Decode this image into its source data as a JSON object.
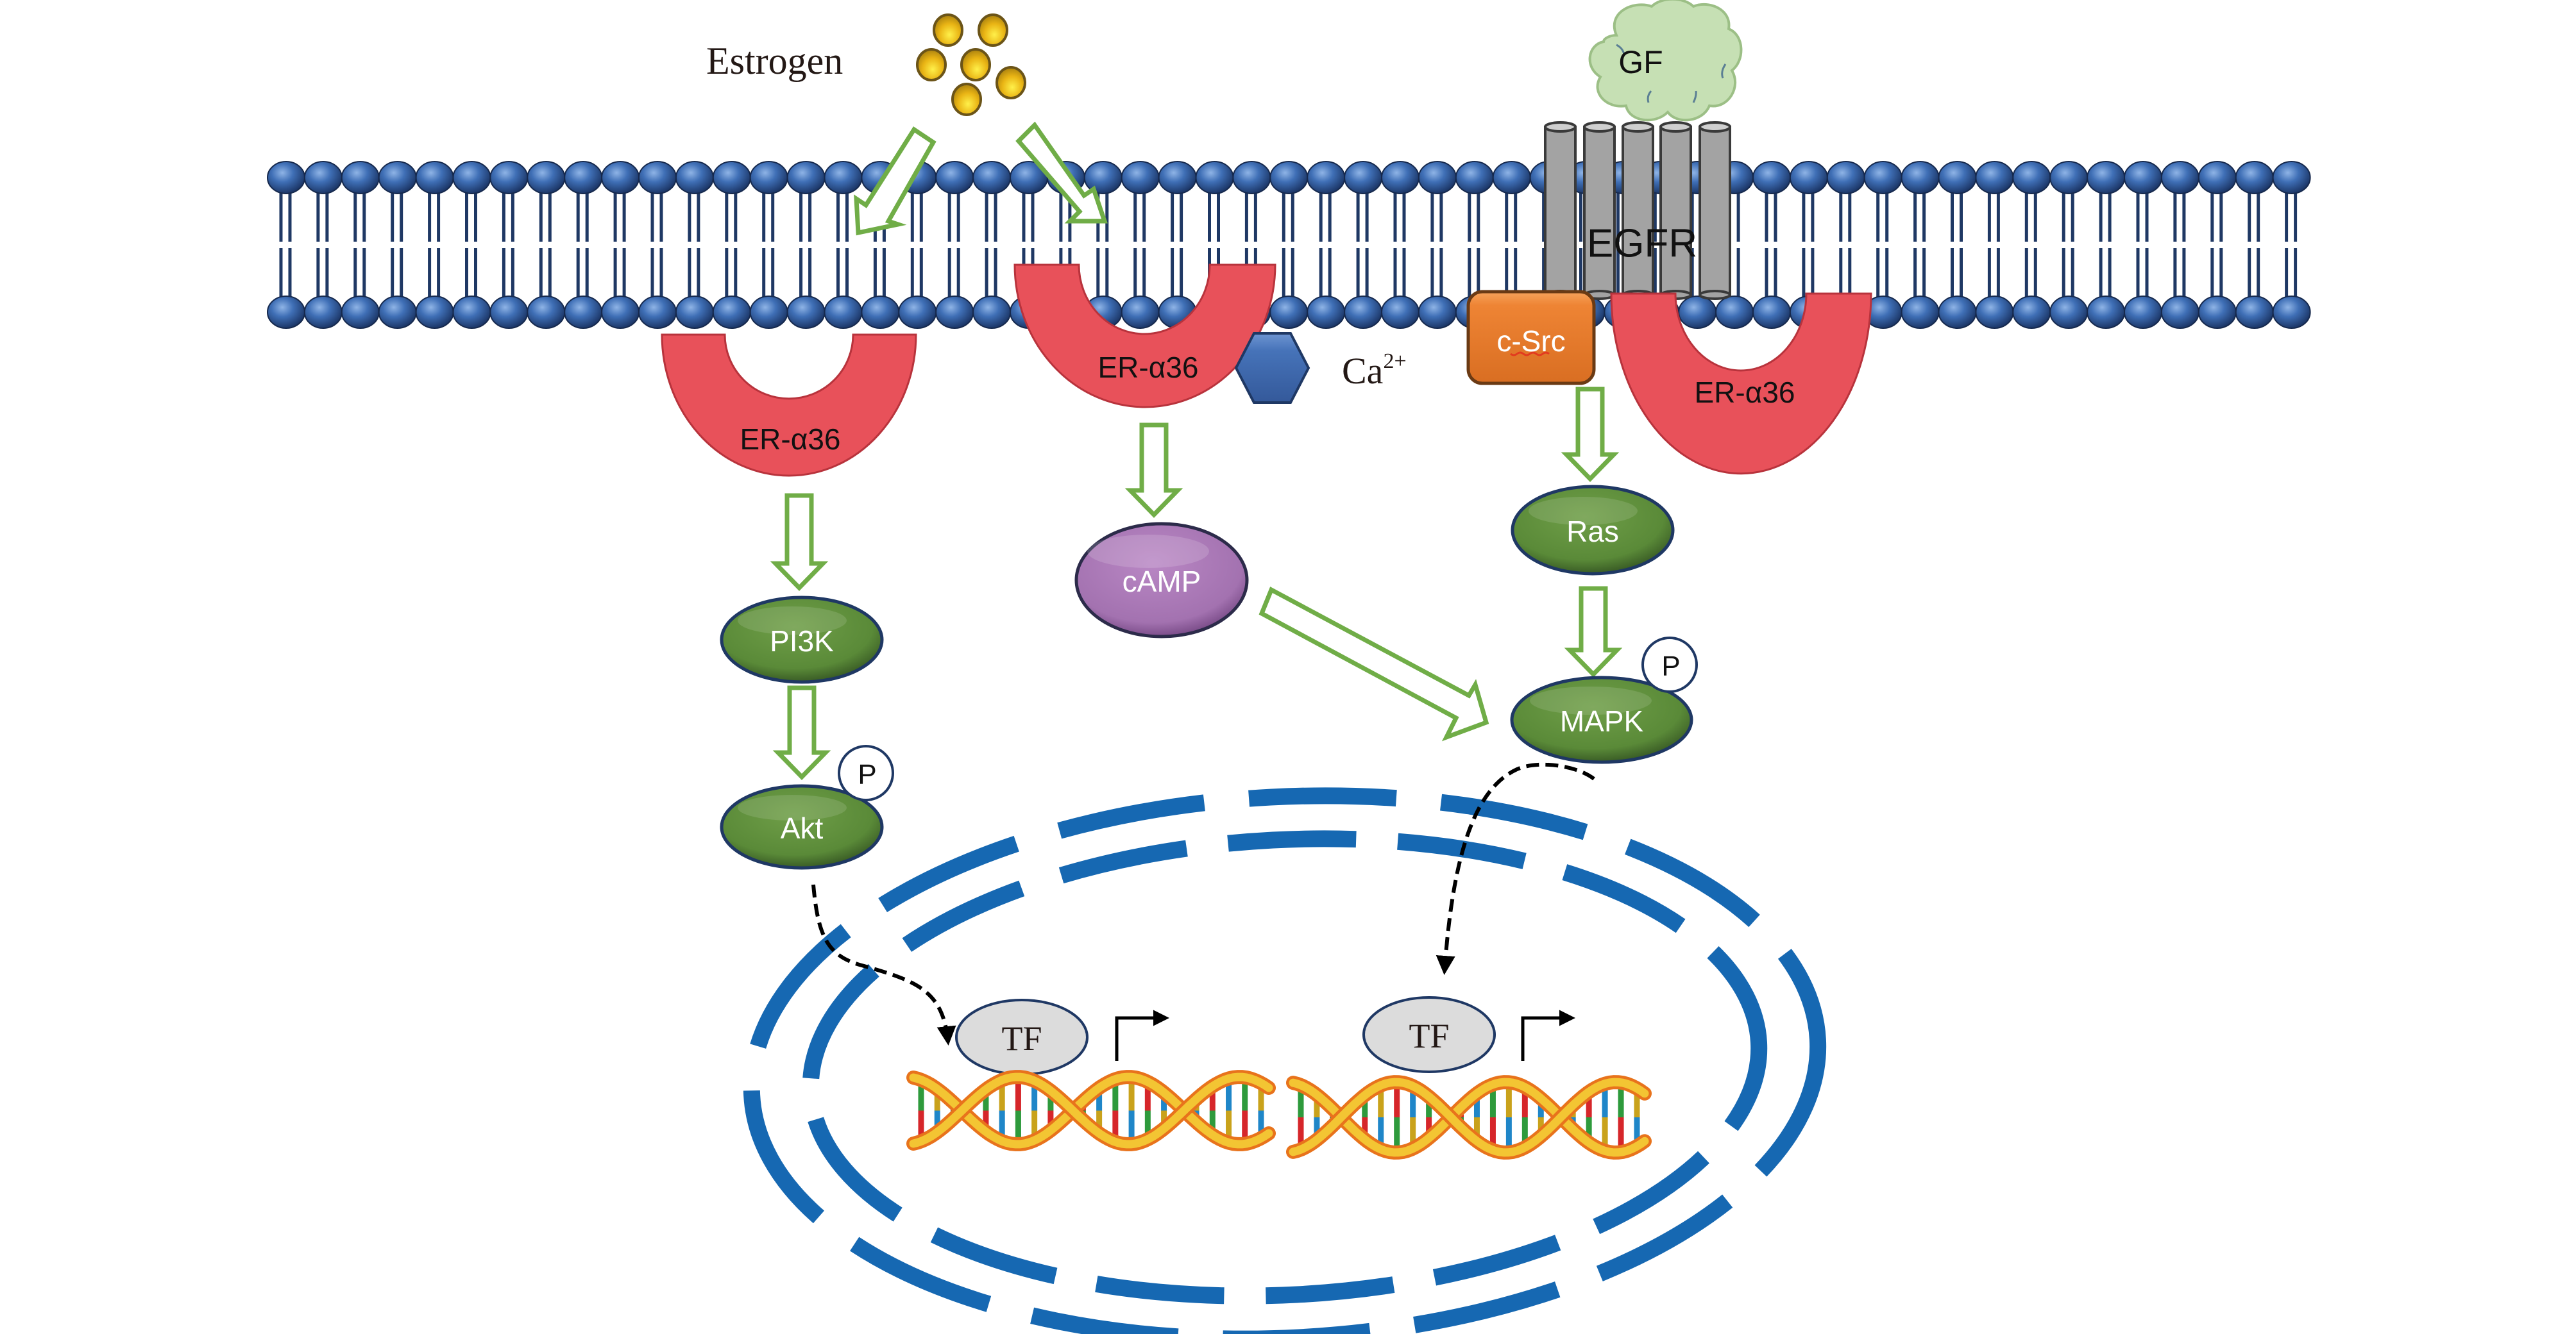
{
  "figure": {
    "title": "ER-α36 mediated non-genomic estrogen signaling pathways",
    "ligands": {
      "estrogen_label": "Estrogen",
      "growth_factor_label": "GF",
      "calcium_label": "Ca",
      "calcium_charge": "2+"
    },
    "receptors": {
      "egfr_label": "EGFR",
      "er_left_label": "ER-α36",
      "er_middle_label": "ER-α36",
      "er_right_label": "ER-α36",
      "csrc_label": "c-Src"
    },
    "signaling_nodes": {
      "pi3k_label": "PI3K",
      "akt_label": "Akt",
      "camp_label": "cAMP",
      "ras_label": "Ras",
      "mapk_label": "MAPK",
      "phospho_label": "P"
    },
    "nucleus": {
      "tf_left_label": "TF",
      "tf_right_label": "TF"
    },
    "colors": {
      "membrane_head": "#3a68ad",
      "receptor_red": "#e8515a",
      "kinase_green": "#5a8a3a",
      "camp_purple": "#a372b0",
      "csrc_orange": "#ee8434",
      "gf_green": "#c6e0b4",
      "estrogen_gold": "#e8b516",
      "nucleus_blue": "#1668b2",
      "arrow_green": "#70ad47"
    }
  }
}
